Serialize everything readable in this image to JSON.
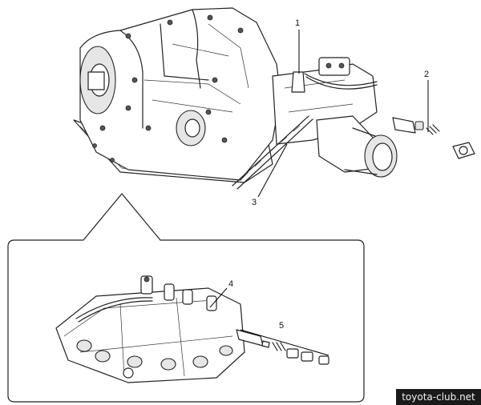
{
  "callouts": [
    {
      "id": "1",
      "label": "1"
    },
    {
      "id": "2",
      "label": "2"
    },
    {
      "id": "3",
      "label": "3"
    },
    {
      "id": "4",
      "label": "4"
    },
    {
      "id": "5",
      "label": "5"
    }
  ],
  "watermark": "toyota-club.net"
}
